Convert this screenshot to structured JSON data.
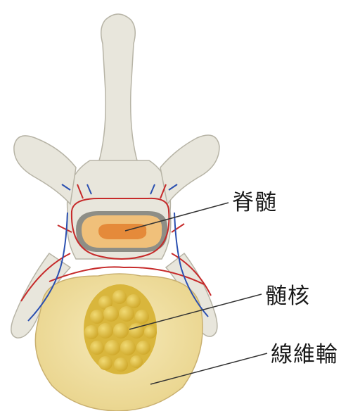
{
  "labels": {
    "spinal_cord": "脊髄",
    "nucleus_pulposus": "髄核",
    "annulus_fibrosus": "線維輪"
  },
  "colors": {
    "bone_fill": "#e8e6dc",
    "bone_stroke": "#b7b4a6",
    "disc_fill": "#f0dfa2",
    "nucleus_fill": "#e1c045",
    "artery": "#c62a2a",
    "vein": "#2a4fb0",
    "cord_orange": "#e58a3a",
    "leader_line": "#333333"
  },
  "icons": [
    "vertebra-illustration",
    "spinal-cord-illustration",
    "nucleus-pulposus-illustration",
    "annulus-fibrosus-illustration"
  ]
}
